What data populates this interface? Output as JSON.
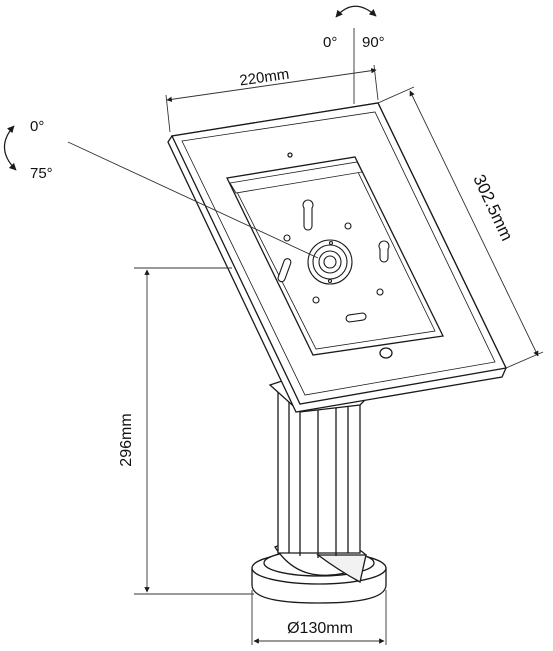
{
  "dimensions": {
    "width": "220mm",
    "height": "302.5mm",
    "stand_height": "296mm",
    "base_diameter": "Ø130mm"
  },
  "rotation": {
    "swivel_min": "0°",
    "swivel_max": "90°",
    "tilt_min": "0°",
    "tilt_max": "75°"
  },
  "colors": {
    "line": "#1a1a1a",
    "dim_line": "#333333",
    "fill": "#ffffff"
  }
}
